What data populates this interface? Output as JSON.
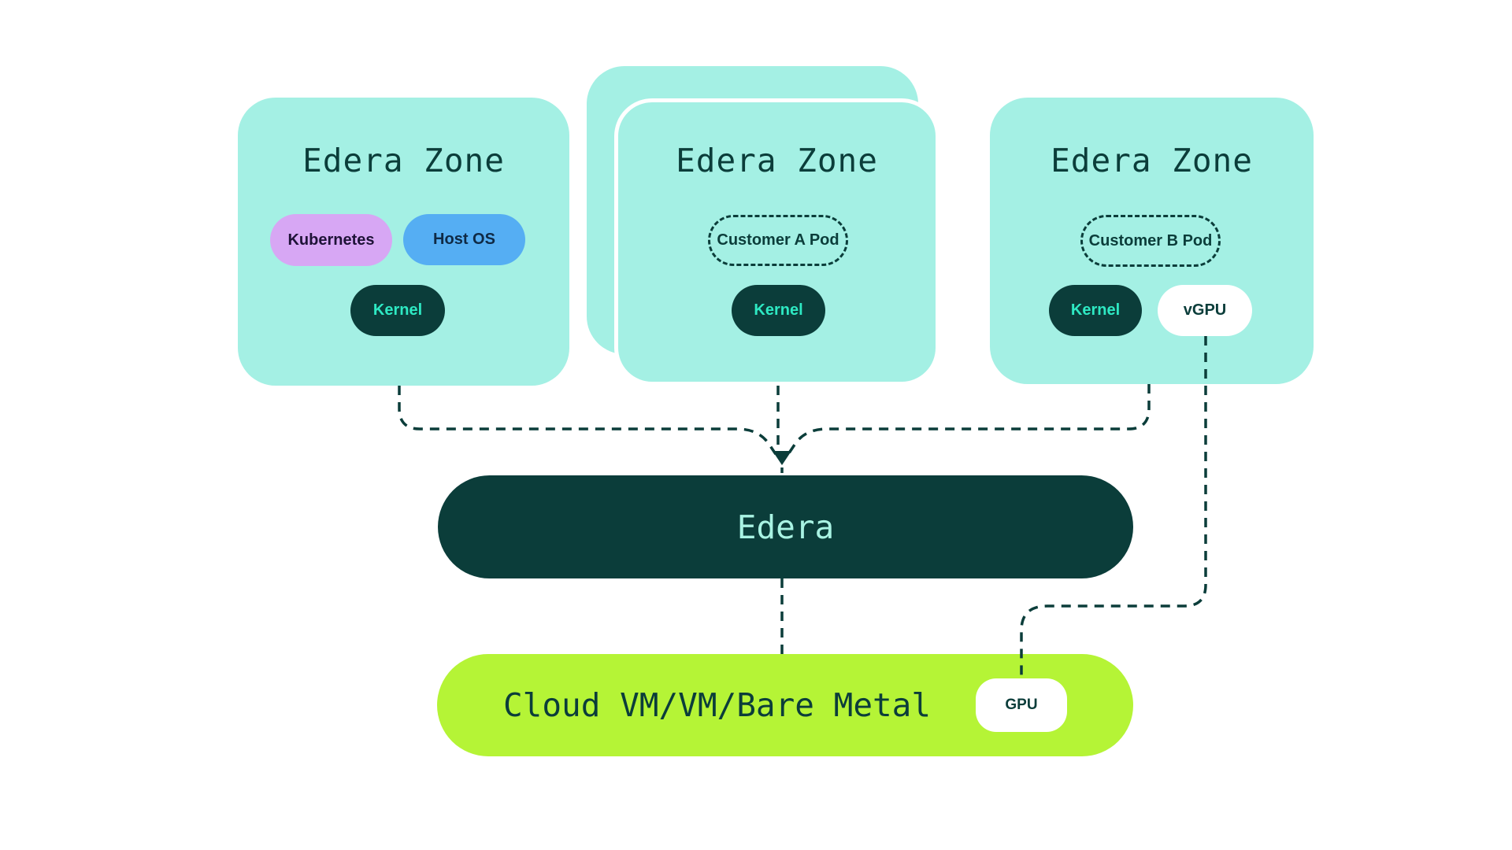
{
  "colors": {
    "mint": "#A4F0E4",
    "dark": "#0B3D3A",
    "turquoise": "#2EE9C3",
    "pale_mint": "#A9F3E3",
    "lime": "#B5F436",
    "purple": "#D7A7F4",
    "blue": "#55AEF3",
    "ink_purple": "#1E1237",
    "ink_navy": "#0F2A45",
    "white": "#FFFFFF",
    "connector": "#0B3D3A"
  },
  "zones": [
    {
      "title": "Edera Zone",
      "kubernetes_label": "Kubernetes",
      "host_os_label": "Host OS",
      "kernel_label": "Kernel"
    },
    {
      "title": "Edera Zone",
      "pod_label": "Customer A Pod",
      "kernel_label": "Kernel"
    },
    {
      "title": "Edera Zone",
      "pod_label": "Customer B Pod",
      "kernel_label": "Kernel",
      "vgpu_label": "vGPU"
    }
  ],
  "platform_bar": {
    "label": "Edera"
  },
  "infra_bar": {
    "label": "Cloud VM/VM/Bare Metal",
    "gpu_label": "GPU"
  }
}
